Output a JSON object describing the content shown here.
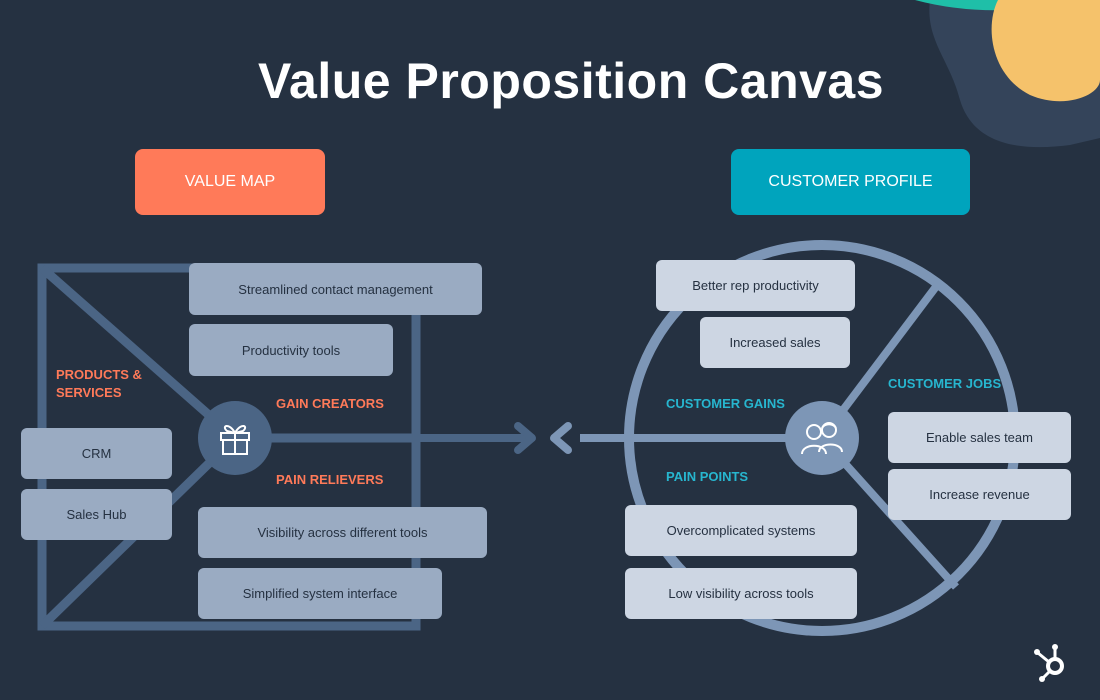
{
  "title": "Value Proposition Canvas",
  "value_map": {
    "header": "VALUE MAP",
    "products_label": "PRODUCTS & SERVICES",
    "gain_creators_label": "GAIN CREATORS",
    "pain_relievers_label": "PAIN RELIEVERS",
    "gain_creators": [
      "Streamlined contact management",
      "Productivity tools"
    ],
    "products": [
      "CRM",
      "Sales Hub"
    ],
    "pain_relievers": [
      "Visibility across different tools",
      "Simplified system interface"
    ]
  },
  "customer_profile": {
    "header": "CUSTOMER PROFILE",
    "gains_label": "CUSTOMER GAINS",
    "jobs_label": "CUSTOMER JOBS",
    "pains_label": "PAIN POINTS",
    "gains": [
      "Better rep productivity",
      "Increased sales"
    ],
    "jobs": [
      "Enable sales team",
      "Increase revenue"
    ],
    "pains": [
      "Overcomplicated systems",
      "Low visibility across tools"
    ]
  },
  "colors": {
    "background": "#253141",
    "value_map_accent": "#ff7a59",
    "customer_profile_accent": "#00a4bd"
  },
  "icons": {
    "value_map_center": "gift-icon",
    "customer_profile_center": "users-icon",
    "brand": "hubspot-sprocket-icon"
  }
}
